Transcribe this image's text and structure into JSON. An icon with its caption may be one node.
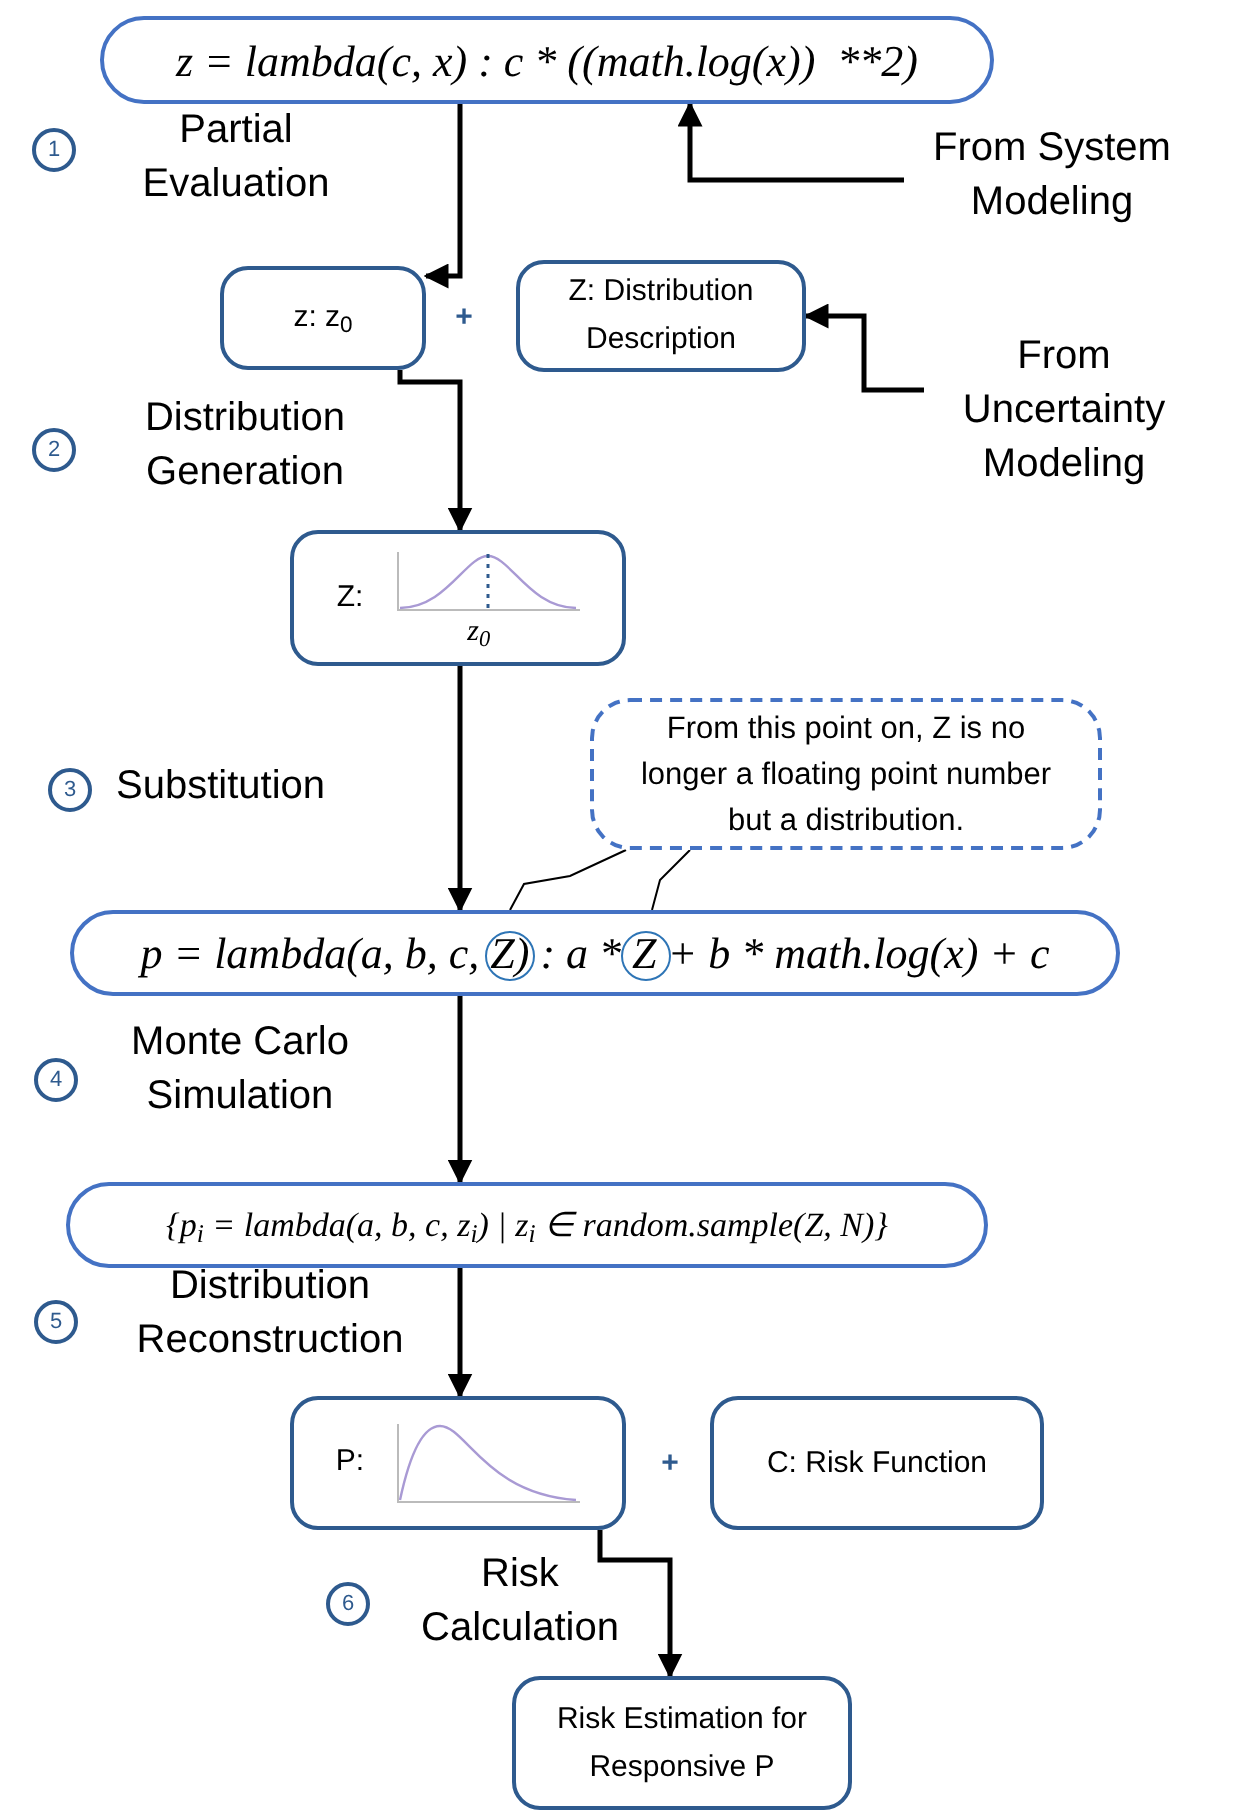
{
  "diagram": {
    "nodes": [
      {
        "text": [
          "z = lambda(c, x) : c * ((math.log(x))  **2)"
        ]
      },
      {
        "text": [
          "From System Modeling"
        ]
      },
      {
        "text": [
          "z: z$_{0}$"
        ]
      },
      {
        "text": [
          "Z: Distribution Description"
        ]
      },
      {
        "text": [
          "From Uncertainty Modeling"
        ]
      },
      {
        "text": [
          "Z:",
          "z$_{0}$"
        ]
      },
      {
        "text": [
          "From this point on, Z is no longer a floating point number but a distribution."
        ]
      },
      {
        "text": [
          "p = lambda(a, b, c, Z) : a * Z + b * math.log(x) + c"
        ]
      },
      {
        "text": [
          "{p$_{i}$ = lambda(a, b, c, z$_{i}$) | z$_{i}$ ∈ random.sample(Z, N)}"
        ]
      },
      {
        "text": [
          "P:"
        ]
      },
      {
        "text": [
          "C: Risk Function"
        ]
      },
      {
        "text": [
          "Risk Estimation for Responsive P"
        ]
      }
    ],
    "edges": [
      {
        "from": 0,
        "to": 2,
        "arrow": "to"
      },
      {
        "from": 1,
        "to": 0,
        "arrow": "to"
      },
      {
        "from": 4,
        "to": 3,
        "arrow": "to"
      },
      {
        "from": 2,
        "to": 5,
        "arrow": "to"
      },
      {
        "from": 5,
        "to": 7,
        "arrow": "to"
      },
      {
        "from": 6,
        "to": 7,
        "arrow": "none"
      },
      {
        "from": 6,
        "to": 7,
        "arrow": "none"
      },
      {
        "from": 7,
        "to": 8,
        "arrow": "to"
      },
      {
        "from": 8,
        "to": 9,
        "arrow": "to"
      },
      {
        "from": 9,
        "to": 11,
        "arrow": "to"
      }
    ],
    "labels": [
      "1",
      "Partial Evaluation",
      "+",
      "2",
      "Distribution Generation",
      "3",
      "Substitution",
      "4",
      "Monte Carlo Simulation",
      "5",
      "Distribution Reconstruction",
      "+",
      "6",
      "Risk Calculation"
    ]
  }
}
